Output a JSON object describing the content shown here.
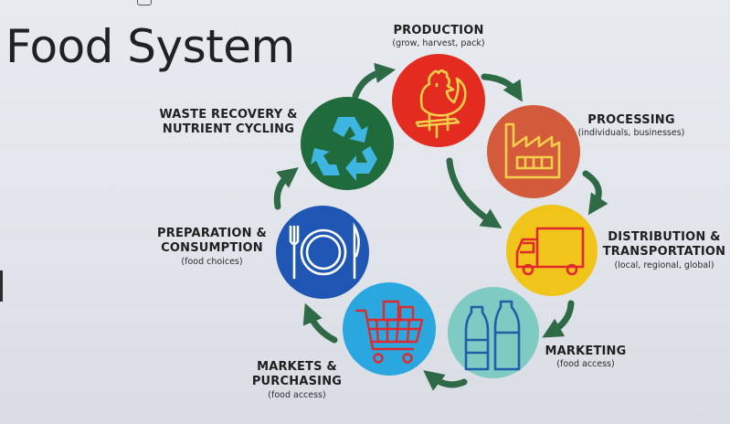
{
  "title": "Food System",
  "stages": {
    "production": {
      "name": "PRODUCTION",
      "sub": "(grow, harvest, pack)",
      "color": "#e32b1f",
      "icon": "rooster-icon"
    },
    "processing": {
      "name": "PROCESSING",
      "sub": "(individuals, businesses)",
      "color": "#d45a3c",
      "icon": "factory-icon"
    },
    "distribution": {
      "name1": "DISTRIBUTION &",
      "name2": "TRANSPORTATION",
      "sub": "(local, regional, global)",
      "color": "#f0c419",
      "icon": "truck-icon"
    },
    "marketing": {
      "name": "MARKETING",
      "sub": "(food access)",
      "color": "#7ecbc4",
      "icon": "bottles-icon"
    },
    "markets": {
      "name1": "MARKETS &",
      "name2": "PURCHASING",
      "sub": "(food access)",
      "color": "#2aa7de",
      "icon": "shopping-cart-icon"
    },
    "preparation": {
      "name1": "PREPARATION &",
      "name2": "CONSUMPTION",
      "sub": "(food choices)",
      "color": "#1f56b3",
      "icon": "plate-cutlery-icon"
    },
    "waste": {
      "name1": "WASTE RECOVERY &",
      "name2": "NUTRIENT CYCLING",
      "color": "#1f6b3c",
      "icon": "recycle-icon"
    }
  },
  "colors": {
    "arrow": "#2e6a45",
    "icon_stroke_light": "#ffffff",
    "icon_stroke_yellow": "#f2d04a",
    "icon_stroke_red": "#e0292f",
    "icon_stroke_blue": "#1e5fa8",
    "recycle_fill": "#3fb6e2"
  }
}
